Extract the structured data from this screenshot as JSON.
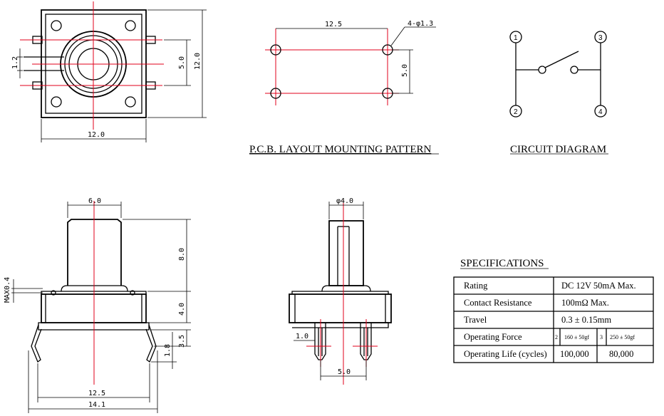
{
  "top_view": {
    "dim_width": "12.0",
    "dim_height": "12.0",
    "dim_pin_spacing": "5.0",
    "dim_pin_width": "1.2"
  },
  "pcb": {
    "dim_spacing_x": "12.5",
    "dim_spacing_y": "5.0",
    "dim_holes": "4-φ1.3",
    "caption": "P.C.B. LAYOUT MOUNTING PATTERN"
  },
  "circuit": {
    "caption": "CIRCUIT DIAGRAM",
    "pins": [
      "1",
      "3",
      "2",
      "4"
    ]
  },
  "side_view": {
    "dim_actuator": "6.0",
    "dim_stem": "8.0",
    "dim_body": "4.0",
    "dim_max": "MAX0.4",
    "dim_leg": "3.5",
    "dim_foot": "1.8",
    "dim_lead_inner": "12.5",
    "dim_lead_outer": "14.1"
  },
  "end_view": {
    "dim_stem_dia": "φ4.0",
    "dim_pin_thick": "1.0",
    "dim_pin_span": "5.0"
  },
  "specs": {
    "title": "SPECIFICATIONS",
    "rows": [
      {
        "label": "Rating",
        "value": "DC 12V 50mA Max."
      },
      {
        "label": "Contact Resistance",
        "value": "100mΩ  Max."
      },
      {
        "label": "Travel",
        "value": "0.3 ± 0.15mm"
      },
      {
        "label": "Operating Force",
        "opt1_num": "2",
        "opt1_val": "160 ± 50gf",
        "opt2_num": "3",
        "opt2_val": "250 ± 50gf"
      },
      {
        "label": "Operating Life (cycles)",
        "val1": "100,000",
        "val2": "80,000"
      }
    ]
  },
  "colors": {
    "centerline": "#e0001b",
    "ink": "#000000"
  }
}
